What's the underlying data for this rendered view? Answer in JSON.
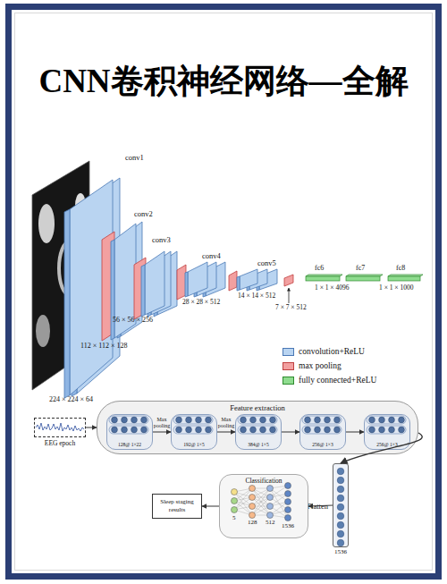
{
  "diagram": {
    "title": "CNN卷积神经网络—全解",
    "nodes": [
      {
        "text": [
          "EEG epoch"
        ]
      },
      {
        "text": [
          "Feature extraction"
        ]
      },
      {
        "text": [
          "128@ 1×22"
        ],
        "in": 1
      },
      {
        "text": [
          "192@ 1×5"
        ],
        "in": 1
      },
      {
        "text": [
          "384@ 1×5"
        ],
        "in": 1
      },
      {
        "text": [
          "256@ 1×3"
        ],
        "in": 1
      },
      {
        "text": [
          "256@ 1×3"
        ],
        "in": 1
      },
      {
        "text": [
          "Flatten",
          "1536"
        ]
      },
      {
        "text": [
          "Classification"
        ]
      },
      {
        "text": [
          "Sleep staging results"
        ]
      }
    ],
    "edges": [
      {
        "from": 0,
        "to": 1,
        "arrow": "to"
      },
      {
        "from": 2,
        "to": 3,
        "label": "Max pooling",
        "arrow": "to"
      },
      {
        "from": 3,
        "to": 4,
        "label": "Max pooling",
        "arrow": "to"
      },
      {
        "from": 4,
        "to": 5,
        "arrow": "to"
      },
      {
        "from": 5,
        "to": 6,
        "arrow": "to"
      },
      {
        "from": 1,
        "to": 7,
        "arrow": "to"
      },
      {
        "from": 7,
        "to": 8,
        "arrow": "to"
      },
      {
        "from": 8,
        "to": 9,
        "arrow": "to"
      }
    ],
    "labels": [
      "conv1",
      "conv2",
      "conv3",
      "conv4",
      "conv5",
      "fc6",
      "fc7",
      "fc8",
      "224 × 224 × 64",
      "112 × 112 × 128",
      "56 × 56 × 256",
      "28 × 28 × 512",
      "14 × 14 × 512",
      "7 × 7 × 512",
      "1 × 1 × 4096",
      "1 × 1 × 1000",
      "5",
      "128",
      "512",
      "1536"
    ],
    "legend": [
      {
        "text": "convolution+ReLU",
        "color": "#b9d4f1"
      },
      {
        "text": "max pooling",
        "color": "#f2a0a0"
      },
      {
        "text": "fully connected+ReLU",
        "color": "#8fdc8f"
      }
    ]
  }
}
